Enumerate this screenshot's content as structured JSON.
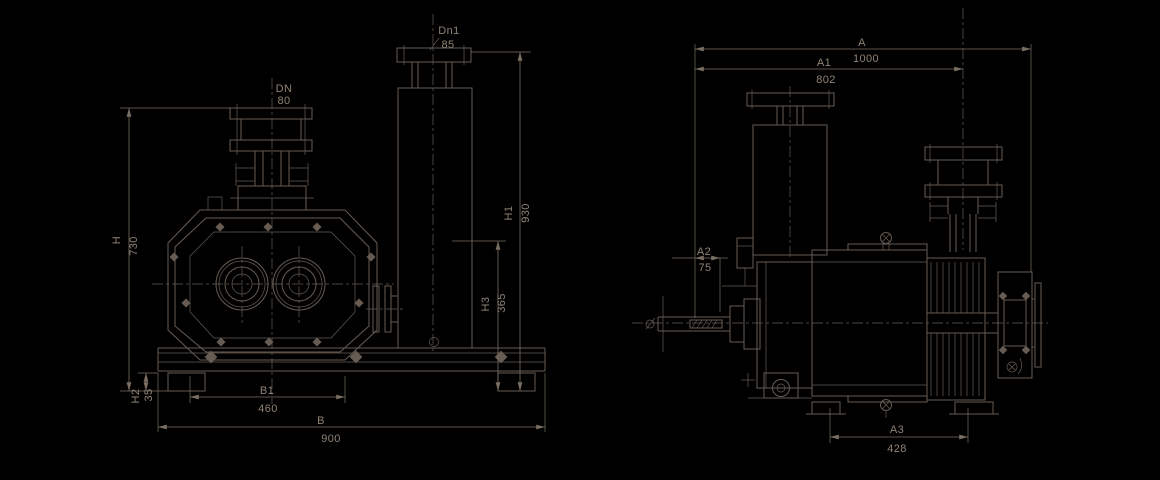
{
  "colors": {
    "bg": "#000000",
    "line": "#675c53",
    "dim": "#7a6e63",
    "text": "#8f8376"
  },
  "front_view": {
    "ports": {
      "dn": {
        "label": "DN",
        "value": "80"
      },
      "dn1": {
        "label": "Dn1",
        "value": "85"
      }
    },
    "dims": {
      "h": {
        "label": "H",
        "value": "730"
      },
      "h1": {
        "label": "H1",
        "value": "930"
      },
      "h2": {
        "label": "H2",
        "value": "35"
      },
      "h3": {
        "label": "H3",
        "value": "365"
      },
      "b1": {
        "label": "B1",
        "value": "460"
      },
      "b": {
        "label": "B",
        "value": "900"
      }
    }
  },
  "side_view": {
    "dims": {
      "a": {
        "label": "A",
        "value": "1000"
      },
      "a1": {
        "label": "A1",
        "value": "802"
      },
      "a2": {
        "label": "A2",
        "value": "75"
      },
      "a3": {
        "label": "A3",
        "value": "428"
      }
    }
  }
}
